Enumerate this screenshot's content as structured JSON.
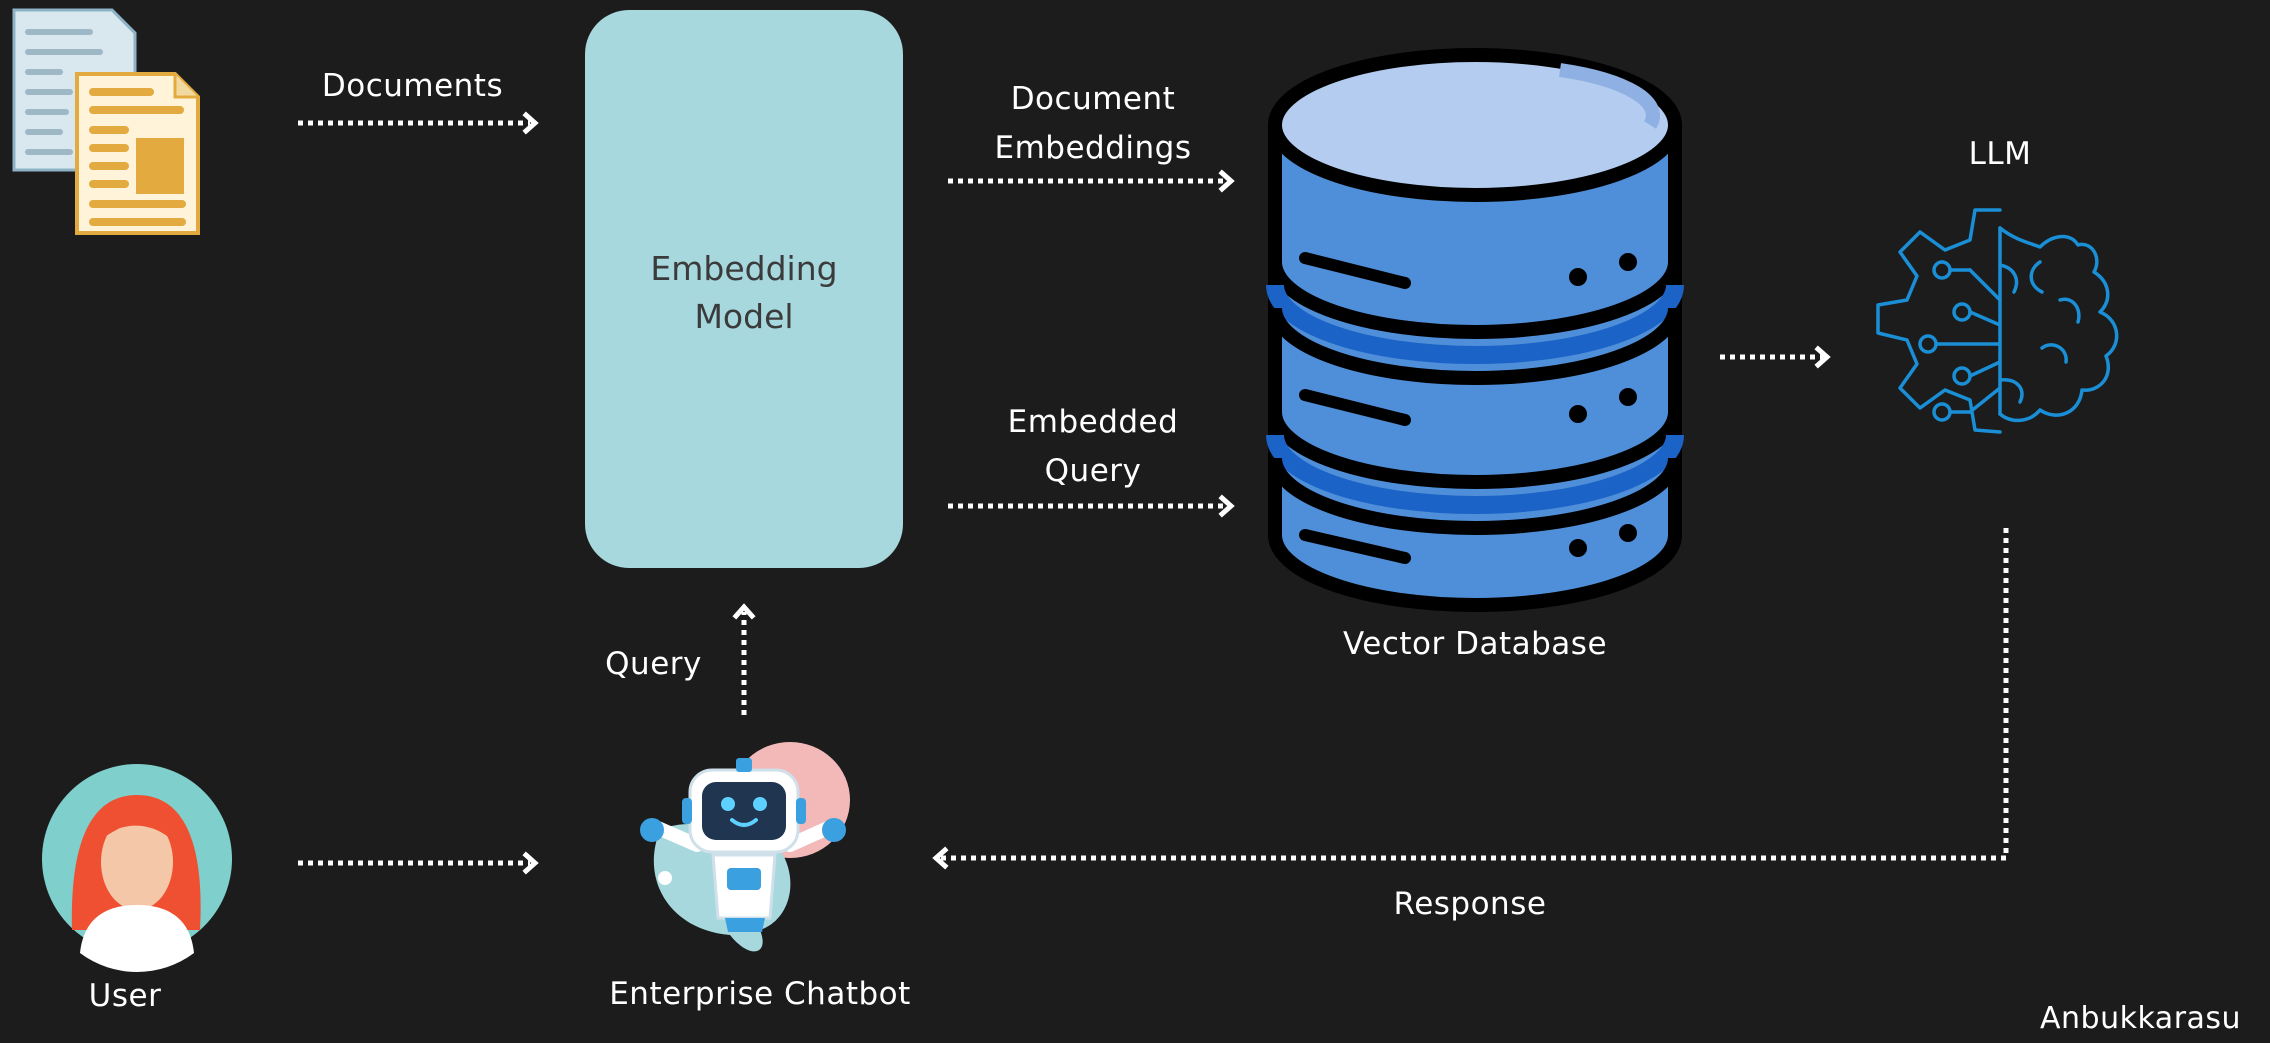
{
  "labels": {
    "documents": "Documents",
    "document_embeddings_line1": "Document",
    "document_embeddings_line2": "Embeddings",
    "embedded_query_line1": "Embedded",
    "embedded_query_line2": "Query",
    "query": "Query",
    "vector_database": "Vector Database",
    "llm": "LLM",
    "response": "Response",
    "user": "User",
    "enterprise_chatbot": "Enterprise Chatbot",
    "watermark": "Anbukkarasu"
  },
  "embedding_model": {
    "line1": "Embedding",
    "line2": "Model"
  },
  "colors": {
    "background": "#1c1c1c",
    "embedding_box": "#a6d8de",
    "database_blue": "#4f8fd9",
    "database_top": "#b3ccef",
    "llm_icon": "#1a8fd6",
    "arrow": "#ffffff"
  },
  "icons": [
    "documents-icon",
    "database-icon",
    "brain-gear-icon",
    "user-avatar-icon",
    "robot-chatbot-icon"
  ]
}
